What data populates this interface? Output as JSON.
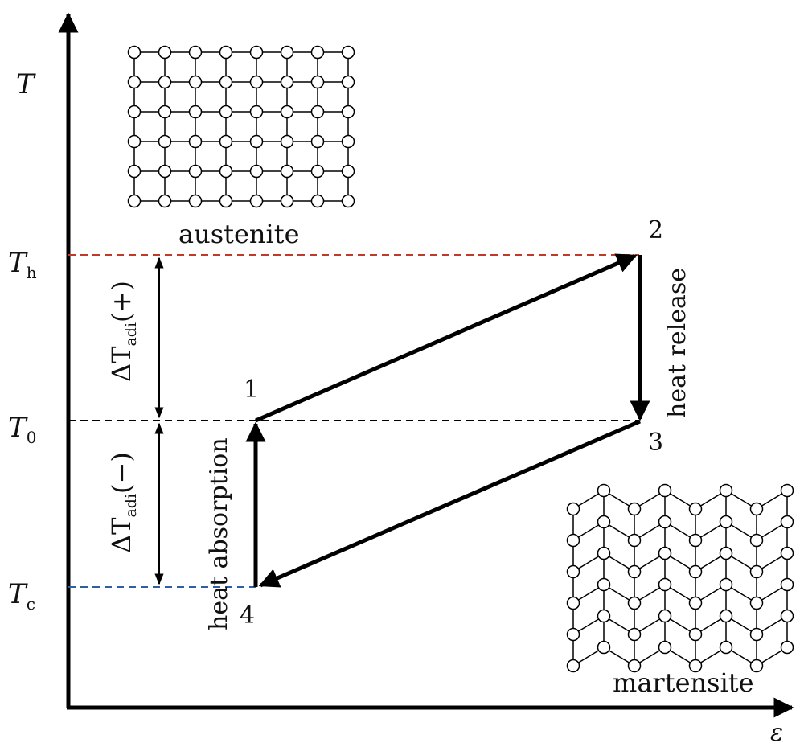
{
  "axes": {
    "y_label": "T",
    "x_label": "ε"
  },
  "levels": {
    "th": {
      "symbol": "T",
      "subscript": "h"
    },
    "t0": {
      "symbol": "T",
      "subscript": "0"
    },
    "tc": {
      "symbol": "T",
      "subscript": "c"
    }
  },
  "delta": {
    "plus": {
      "prefix": "ΔT",
      "subscript": "adi",
      "suffix": "(+)"
    },
    "minus": {
      "prefix": "ΔT",
      "subscript": "adi",
      "suffix": "(−)"
    }
  },
  "points": {
    "p1": "1",
    "p2": "2",
    "p3": "3",
    "p4": "4"
  },
  "processes": {
    "release": "heat release",
    "absorption": "heat absorption"
  },
  "phases": {
    "austenite": "austenite",
    "martensite": "martensite"
  },
  "colors": {
    "th_line": "#c0392b",
    "tc_line": "#2e5fa3",
    "t0_line": "#000000",
    "ink": "#000000"
  }
}
